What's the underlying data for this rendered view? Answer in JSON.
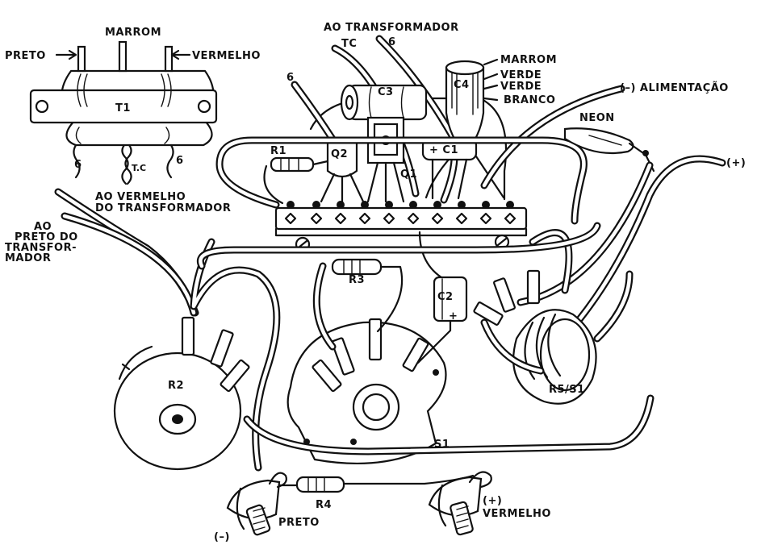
{
  "labels": {
    "preto_top": "PRETO",
    "marrom_top": "MARROM",
    "vermelho_top": "VERMELHO",
    "t1": "T1",
    "six_left": "6",
    "tc_t1": "T.C",
    "six_right": "6",
    "ao_transformador": "AO TRANSFORMADOR",
    "tc_top": "TC",
    "six_top": "6",
    "six_q2": "6",
    "c3": "C3",
    "c4": "C4",
    "c4_marrom": "MARROM",
    "c4_verde1": "VERDE",
    "c4_verde2": "VERDE",
    "c4_branco": "BRANCO",
    "alimentacao": "(–) ALIMENTAÇÃO",
    "neon": "NEON",
    "plus_right": "(+)",
    "r1": "R1",
    "q2": "Q2",
    "c1": "+ C1",
    "q1": "Q1",
    "ao_vermelho_1": "AO VERMELHO",
    "ao_vermelho_2": "DO TRANSFORMADOR",
    "ao_preto_1": "AO",
    "ao_preto_2": "PRETO DO",
    "ao_preto_3": "TRANSFOR-",
    "ao_preto_4": "MADOR",
    "r3": "R3",
    "c2": "C2",
    "c2_plus": "+",
    "r2": "R2",
    "s1": "S1",
    "r5s1": "R5/S1",
    "r4": "R4",
    "minus_bottom": "(–)",
    "preto_bottom": "PRETO",
    "plus_bottom": "(+)",
    "vermelho_bottom": "VERMELHO"
  }
}
